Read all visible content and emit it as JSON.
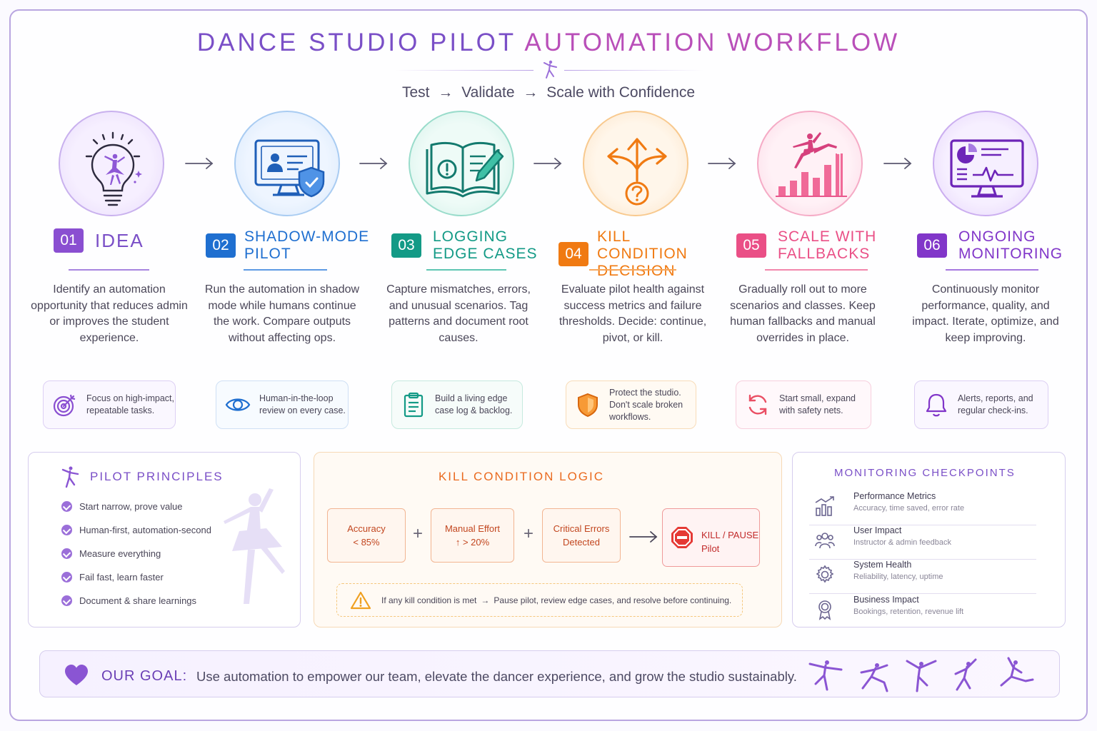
{
  "header": {
    "title_part1": "DANCE STUDIO PILOT ",
    "title_part2": "AUTOMATION WORKFLOW",
    "subtitle_test": "Test",
    "subtitle_validate": "Validate",
    "subtitle_scale": "Scale with Confidence",
    "arrow": "→"
  },
  "steps": [
    {
      "num": "01",
      "title_line1": "IDEA",
      "title_line2": "",
      "color": "#8a4fd1",
      "desc": "Identify an automation opportunity that reduces admin or improves the student experience.",
      "tip_line1": "Focus on high-impact,",
      "tip_line2": "repeatable tasks.",
      "tip_line3": "",
      "icon": "lightbulb-dancer-icon",
      "tip_icon": "target-icon"
    },
    {
      "num": "02",
      "title_line1": "SHADOW-MODE",
      "title_line2": "PILOT",
      "color": "#1f6fd0",
      "desc": "Run the automation in shadow mode while humans continue the work. Compare outputs without affecting ops.",
      "tip_line1": "Human-in-the-loop",
      "tip_line2": "review on every case.",
      "tip_line3": "",
      "icon": "monitor-shield-icon",
      "tip_icon": "eye-icon"
    },
    {
      "num": "03",
      "title_line1": "LOGGING",
      "title_line2": "EDGE CASES",
      "color": "#139a86",
      "desc": "Capture mismatches, errors, and unusual scenarios. Tag patterns and document root causes.",
      "tip_line1": "Build a living edge",
      "tip_line2": "case log & backlog.",
      "tip_line3": "",
      "icon": "logbook-icon",
      "tip_icon": "clipboard-icon"
    },
    {
      "num": "04",
      "title_line1": "KILL CONDITION",
      "title_line2": "DECISION",
      "color": "#f07a12",
      "desc": "Evaluate pilot health against success metrics and failure thresholds. Decide: continue, pivot, or kill.",
      "tip_line1": "Protect the studio.",
      "tip_line2": "Don't scale broken",
      "tip_line3": "workflows.",
      "icon": "decision-arrows-icon",
      "tip_icon": "shield-icon"
    },
    {
      "num": "05",
      "title_line1": "SCALE WITH",
      "title_line2": "FALLBACKS",
      "color": "#ea4f86",
      "desc": "Gradually roll out to more scenarios and classes. Keep human fallbacks and manual overrides in place.",
      "tip_line1": "Start small, expand",
      "tip_line2": "with safety nets.",
      "tip_line3": "",
      "icon": "growth-chart-icon",
      "tip_icon": "refresh-icon"
    },
    {
      "num": "06",
      "title_line1": "ONGOING",
      "title_line2": "MONITORING",
      "color": "#8136c9",
      "desc": "Continuously monitor performance, quality, and impact. Iterate, optimize, and keep improving.",
      "tip_line1": "Alerts, reports, and",
      "tip_line2": "regular check-ins.",
      "tip_line3": "",
      "icon": "dashboard-icon",
      "tip_icon": "bell-icon"
    }
  ],
  "principles": {
    "title": "PILOT PRINCIPLES",
    "items": [
      "Start narrow, prove value",
      "Human-first, automation-second",
      "Measure everything",
      "Fail fast, learn faster",
      "Document & share learnings"
    ]
  },
  "kill_logic": {
    "title": "KILL CONDITION LOGIC",
    "accuracy_line1": "Accuracy",
    "accuracy_line2": "< 85%",
    "effort_line1": "Manual Effort",
    "effort_line2": "↑ > 20%",
    "errors_line1": "Critical Errors",
    "errors_line2": "Detected",
    "plus": "+",
    "result_line1": "KILL / PAUSE",
    "result_line2": "Pilot",
    "note_part1": "If any kill condition is met",
    "note_part2": "Pause pilot, review edge cases, and resolve before continuing."
  },
  "monitoring": {
    "title": "MONITORING CHECKPOINTS",
    "items": [
      {
        "title": "Performance Metrics",
        "sub": "Accuracy, time saved, error rate",
        "icon": "bar-chart-icon"
      },
      {
        "title": "User Impact",
        "sub": "Instructor & admin feedback",
        "icon": "users-icon"
      },
      {
        "title": "System Health",
        "sub": "Reliability, latency, uptime",
        "icon": "gear-icon"
      },
      {
        "title": "Business Impact",
        "sub": "Bookings, retention, revenue lift",
        "icon": "award-icon"
      }
    ]
  },
  "goal": {
    "label": "OUR GOAL:",
    "text": "Use automation to empower our team, elevate the dancer experience, and grow the studio sustainably."
  }
}
